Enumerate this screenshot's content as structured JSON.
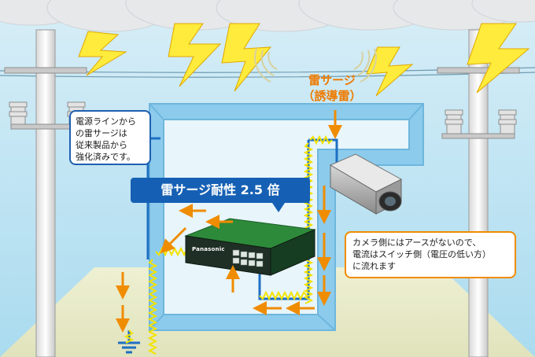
{
  "diagram": {
    "surge_title": [
      "雷サージ",
      "（誘導雷）"
    ],
    "left_note": [
      "電源ラインから",
      "の雷サージは",
      "従来製品から",
      "強化済みです。"
    ],
    "rating_banner": "雷サージ耐性 2.5 倍",
    "right_note": [
      "カメラ側にはアースがないので、",
      "電流はスイッチ側（電圧の低い方）",
      "に流れます"
    ],
    "switch_brand": "Panasonic"
  },
  "colors": {
    "sky": "#bfe4f2",
    "building_frame": "#8ccbec",
    "surge_path": "#1e6fc4",
    "lightning": "#ffeb3b",
    "current_arrow": "#f08c00",
    "banner": "#1560b4",
    "surge_label": "#ee7a00"
  },
  "icons": [
    "lightning-bolt-icon",
    "utility-pole-icon",
    "network-camera-icon",
    "poe-switch-icon",
    "ground-symbol-icon",
    "current-arrow-icon"
  ]
}
